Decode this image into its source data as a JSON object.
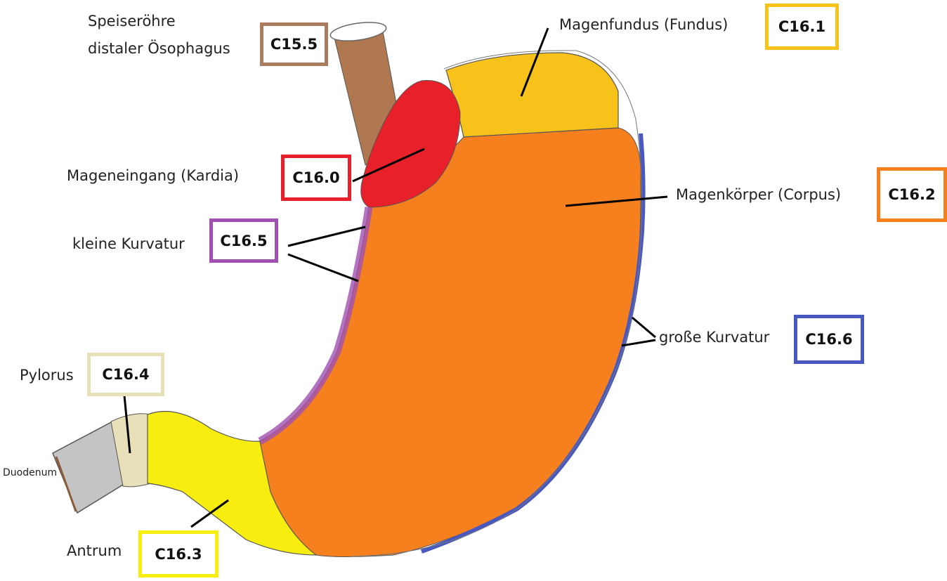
{
  "labels": {
    "esophagus_line1": "Speiseröhre",
    "esophagus_line2": "distaler Ösophagus",
    "kardia": "Mageneingang (Kardia)",
    "kleine_kurvatur": "kleine Kurvatur",
    "pylorus": "Pylorus",
    "duodenum": "Duodenum",
    "antrum": "Antrum",
    "fundus": "Magenfundus (Fundus)",
    "corpus": "Magenkörper (Corpus)",
    "grosse_kurvatur": "große Kurvatur"
  },
  "codes": {
    "esophagus": "C15.5",
    "kardia": "C16.0",
    "kleine_kurvatur": "C16.5",
    "pylorus": "C16.4",
    "antrum": "C16.3",
    "fundus": "C16.1",
    "corpus": "C16.2",
    "grosse_kurvatur": "C16.6"
  },
  "colors": {
    "esophagus": "#b07850",
    "kardia": "#e8202a",
    "kleine_kurvatur": "#a050b0",
    "pylorus": "#e8e0b8",
    "antrum": "#f7ee10",
    "fundus": "#f7c21a",
    "corpus": "#f7801e",
    "grosse_kurvatur": "#4858c0",
    "duodenum": "#c4c4c4"
  }
}
